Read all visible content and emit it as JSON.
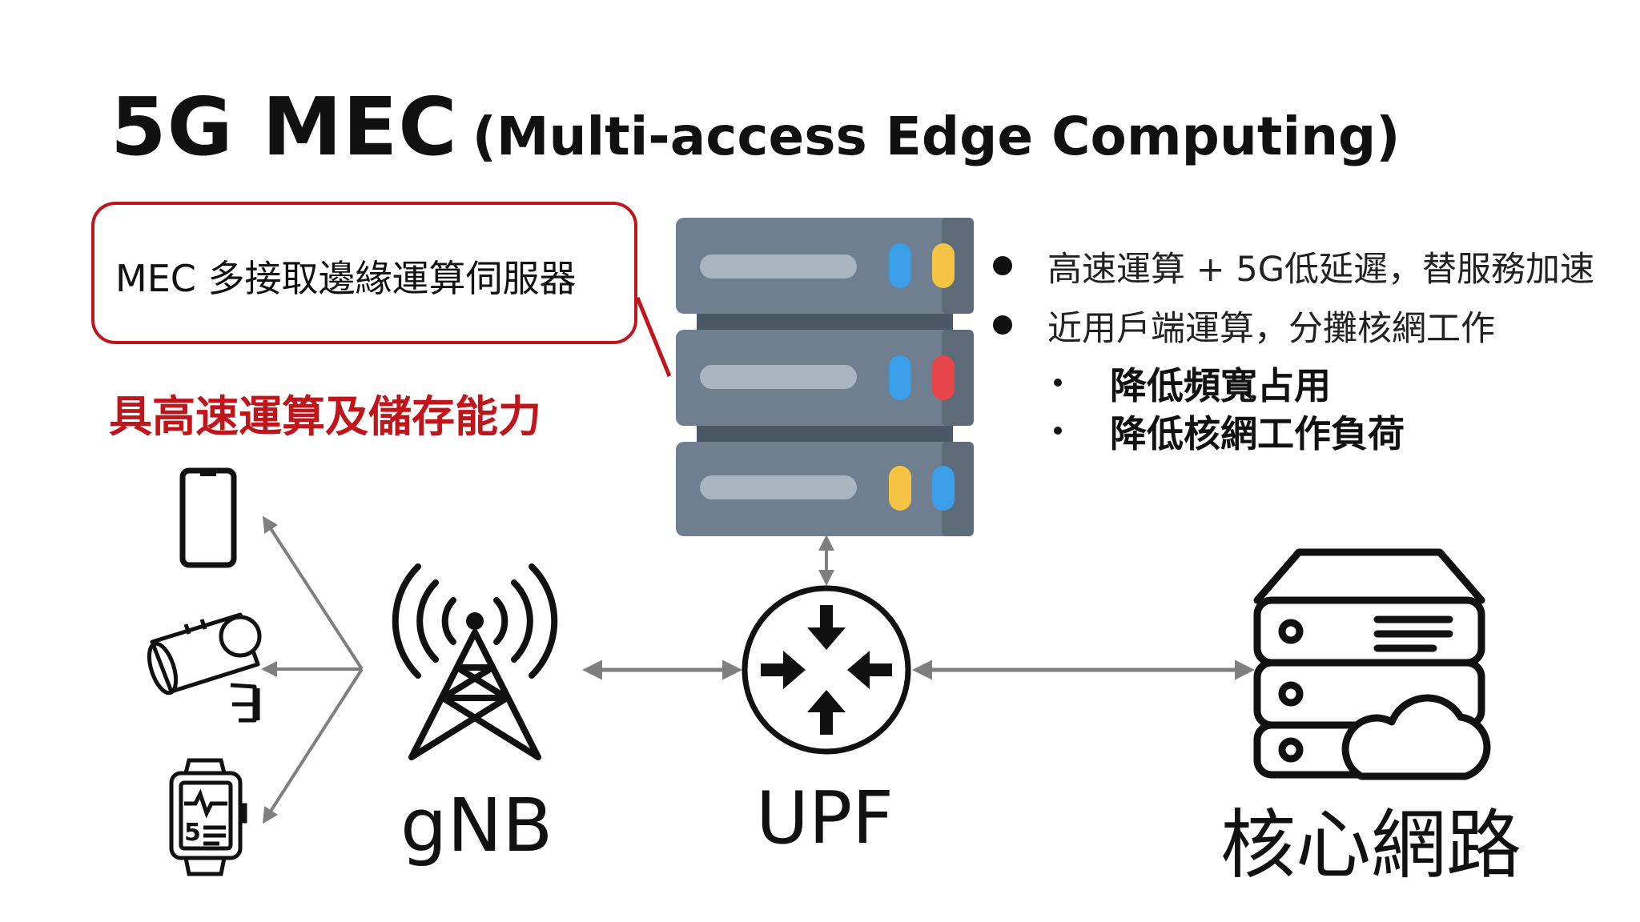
{
  "title": {
    "main": "5G MEC",
    "subtitle": "(Multi-access Edge Computing)"
  },
  "callout": {
    "text": "MEC 多接取邊緣運算伺服器"
  },
  "capability_text": "具高速運算及儲存能力",
  "bullets": [
    {
      "text": "高速運算 + 5G低延遲，替服務加速"
    },
    {
      "text": "近用戶端運算，分攤核網工作"
    }
  ],
  "sub_bullets": [
    {
      "text": "降低頻寬占用"
    },
    {
      "text": "降低核網工作負荷"
    }
  ],
  "nodes": {
    "gnb_label": "gNB",
    "upf_label": "UPF",
    "core_label": "核心網路"
  },
  "devices": [
    "smartphone-icon",
    "security-camera-icon",
    "smartwatch-icon"
  ],
  "colors": {
    "accent_red": "#c0161b",
    "arrow_gray": "#7f7f7f",
    "server_body": "#6f7f8f",
    "led_blue": "#3a9ee8",
    "led_yellow": "#f5c445",
    "led_red": "#e8454a"
  }
}
